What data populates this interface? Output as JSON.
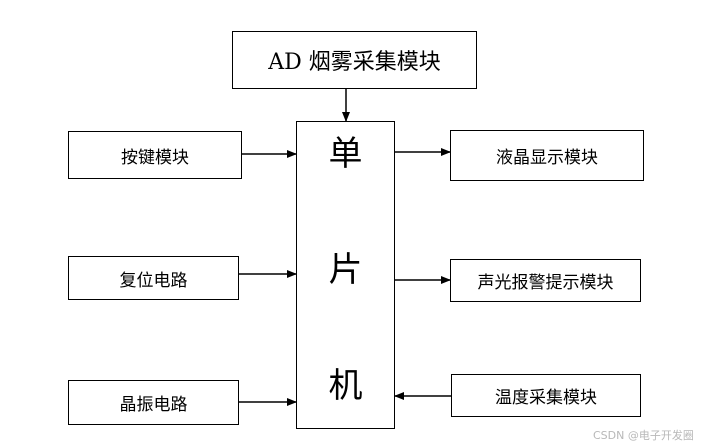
{
  "diagram": {
    "mcu": {
      "chars": [
        "单",
        "片",
        "机"
      ]
    },
    "modules": {
      "ad_smoke": "AD 烟雾采集模块",
      "keys": "按键模块",
      "reset": "复位电路",
      "crystal": "晶振电路",
      "lcd": "液晶显示模块",
      "alarm": "声光报警提示模块",
      "temperature": "温度采集模块"
    },
    "colors": {
      "line": "#000000",
      "box_border": "#000000",
      "background": "#ffffff"
    }
  },
  "watermark": "CSDN @电子开发圈"
}
